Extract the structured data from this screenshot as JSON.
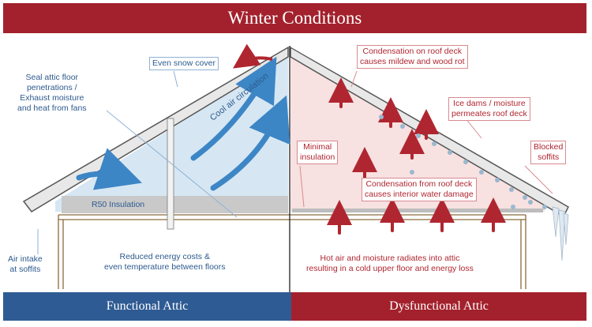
{
  "title": "Winter Conditions",
  "footer": {
    "left": "Functional Attic",
    "right": "Dysfunctional Attic"
  },
  "labels": {
    "seal_line1": "Seal attic floor",
    "seal_line2": "penetrations /",
    "seal_line3": "Exhaust moisture",
    "seal_line4": "and heat from fans",
    "snow": "Even snow cover",
    "cool_air": "Cool air circulation",
    "r50": "R50 Insulation",
    "intake_line1": "Air intake",
    "intake_line2": "at soffits",
    "reduced_line1": "Reduced energy costs &",
    "reduced_line2": "even temperature between floors",
    "cond_deck_line1": "Condensation on roof deck",
    "cond_deck_line2": "causes mildew and wood rot",
    "ice_line1": "Ice dams / moisture",
    "ice_line2": "permeates roof deck",
    "minimal_line1": "Minimal",
    "minimal_line2": "insulation",
    "blocked_line1": "Blocked",
    "blocked_line2": "soffits",
    "cond_int_line1": "Condensation from roof deck",
    "cond_int_line2": "causes interior water damage",
    "hot_line1": "Hot air and moisture radiates into attic",
    "hot_line2": "resulting in a cold upper floor and energy loss"
  },
  "colors": {
    "header": "#a3212c",
    "functional": "#2e5b93",
    "dysfunctional": "#a3212c",
    "cool_air": "#3d86c6",
    "hot_air": "#b02630"
  }
}
